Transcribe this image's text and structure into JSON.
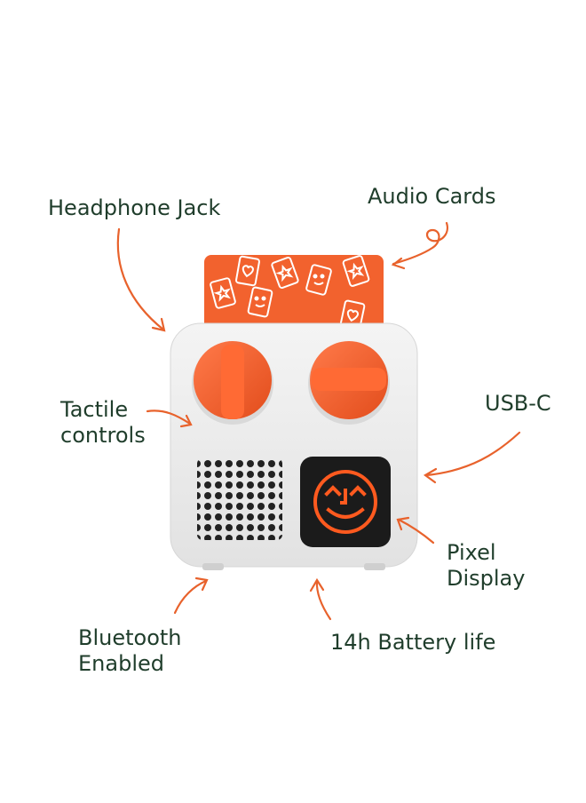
{
  "labels": {
    "headphone_jack": "Headphone Jack",
    "audio_cards": "Audio Cards",
    "tactile_controls": [
      "Tactile",
      "controls"
    ],
    "usb_c": "USB-C",
    "pixel_display": [
      "Pixel",
      "Display"
    ],
    "bluetooth": [
      "Bluetooth",
      "Enabled"
    ],
    "battery": "14h Battery life"
  },
  "colors": {
    "text": "#1f3d2b",
    "accent": "#f05a28",
    "arrow": "#e8622c",
    "body": "#ebebeb",
    "screen": "#1b1b1b"
  },
  "icons": [
    "arrow-icon",
    "speaker-grille-icon",
    "smiley-face-icon",
    "star-card-icon",
    "heart-card-icon"
  ]
}
